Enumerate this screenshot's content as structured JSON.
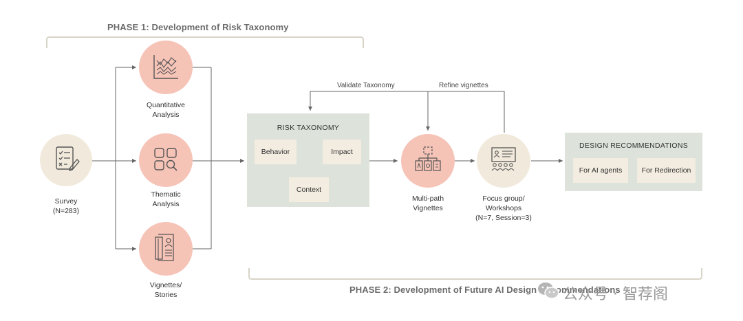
{
  "phase1": {
    "title": "PHASE 1: Development of Risk Taxonomy"
  },
  "phase2": {
    "title": "PHASE 2: Development of Future AI Design Recommendations"
  },
  "survey": {
    "line1": "Survey",
    "line2": "(N=283)",
    "icon": "survey-checklist-icon"
  },
  "quantitative": {
    "line1": "Quantitative",
    "line2": "Analysis",
    "icon": "line-chart-icon"
  },
  "thematic": {
    "line1": "Thematic",
    "line2": "Analysis",
    "icon": "grid-search-icon"
  },
  "vignettes": {
    "line1": "Vignettes/",
    "line2": "Stories",
    "icon": "story-document-icon"
  },
  "risk_taxonomy": {
    "title": "RISK TAXONOMY",
    "behavior": "Behavior",
    "impact": "Impact",
    "context": "Context"
  },
  "multipath": {
    "line1": "Multi-path",
    "line2": "Vignettes",
    "icon": "branching-paths-icon"
  },
  "focus": {
    "line1": "Focus group/",
    "line2": "Workshops",
    "line3": "(N=7, Session=3)",
    "icon": "workshop-presentation-icon"
  },
  "feedback": {
    "validate": "Validate Taxonomy",
    "refine": "Refine vignettes"
  },
  "design": {
    "title": "DESIGN RECOMMENDATIONS",
    "ai_agents": "For AI agents",
    "redirection": "For Redirection"
  },
  "watermark": {
    "text": "公众号 · 智荐阁"
  },
  "colors": {
    "pink": "#f6c3b7",
    "cream": "#f1eadc",
    "panel_green": "#dde3da",
    "box_beige": "#f3ece0",
    "bracket": "#d8d4c8",
    "line": "#666666"
  }
}
